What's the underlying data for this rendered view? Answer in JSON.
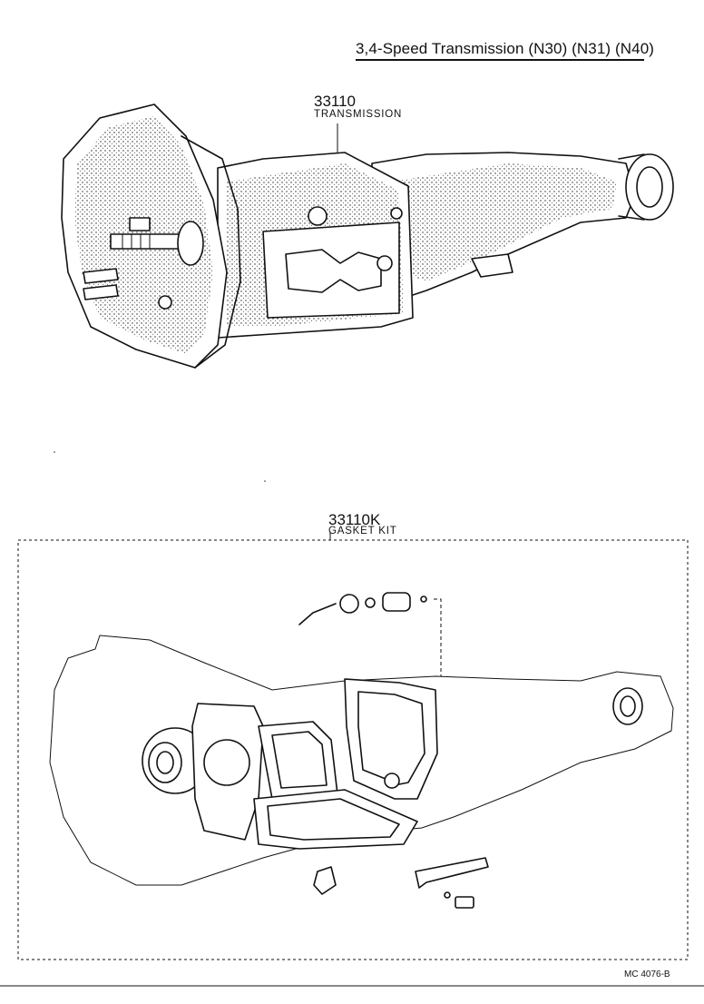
{
  "title": "3,4-Speed Transmission (N30) (N31) (N40)",
  "callouts": [
    {
      "part_no": "33110",
      "name": "TRANSMISSION"
    },
    {
      "part_no": "33110K",
      "name": "GASKET  KIT"
    }
  ],
  "doc_code": "MC 4076-B"
}
